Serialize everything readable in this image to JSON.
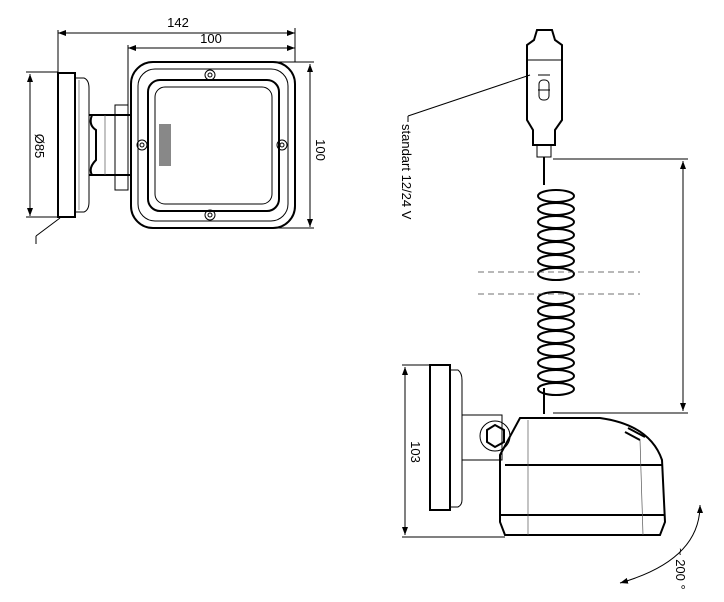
{
  "dimensions": {
    "overall_width": "142",
    "housing_width": "100",
    "housing_height": "100",
    "base_diameter": "Ø85",
    "side_height": "103",
    "rotation": "~ 200 °"
  },
  "labels": {
    "plug": "standart 12/24 V"
  }
}
